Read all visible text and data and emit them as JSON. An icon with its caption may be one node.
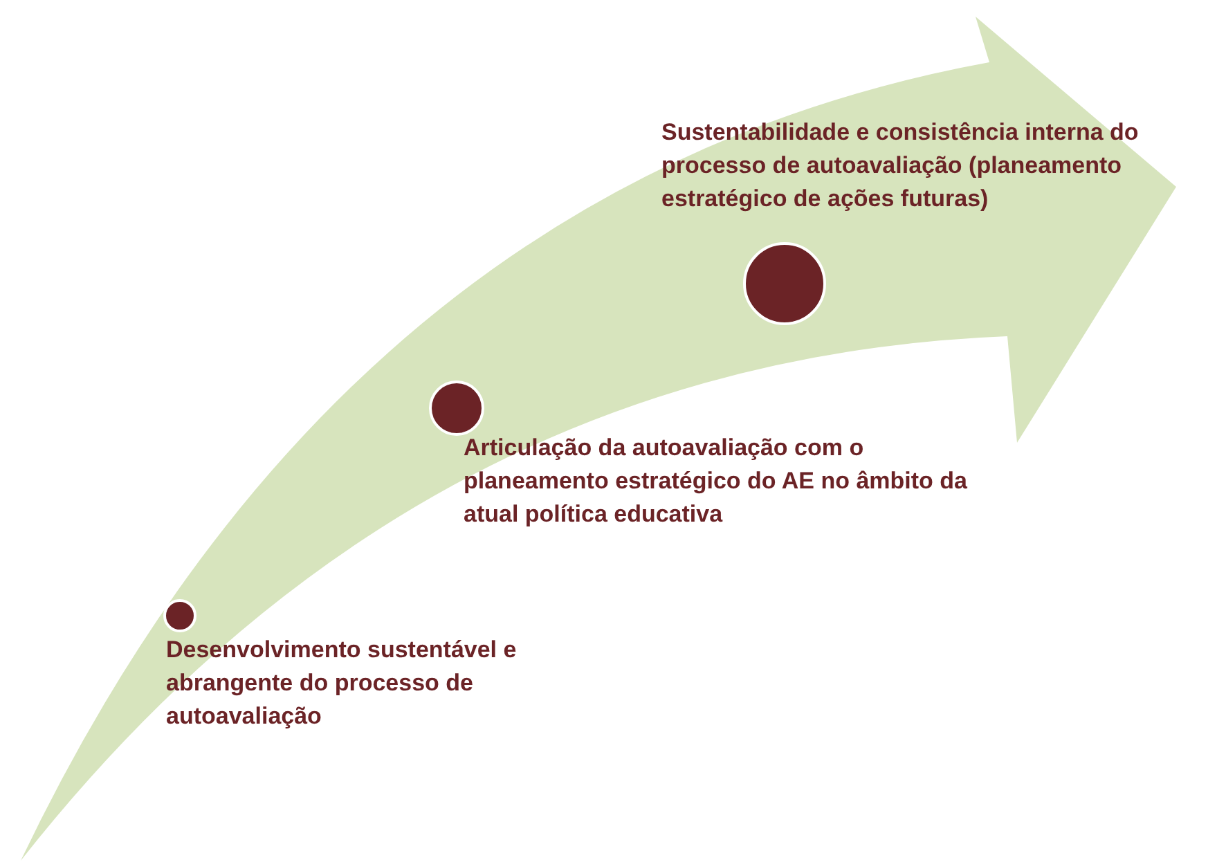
{
  "diagram": {
    "nodes": [
      {
        "text": [],
        "shape": "circle",
        "beside": [
          "Desenvolvimento sustentável e abrangente do processo de autoavaliação"
        ]
      },
      {
        "text": [],
        "shape": "circle",
        "beside": [
          "Articulação da autoavaliação com o planeamento estratégico do AE no âmbito da atual política educativa"
        ]
      },
      {
        "text": [],
        "shape": "circle",
        "beside": [
          "Sustentabilidade e consistência interna do processo de autoavaliação (planeamento estratégico de ações futuras)"
        ]
      }
    ]
  }
}
